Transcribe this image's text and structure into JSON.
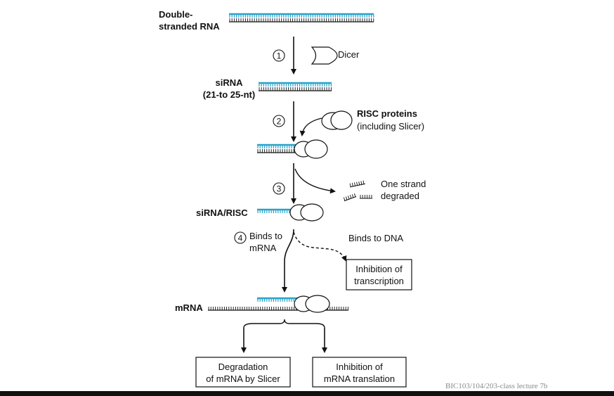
{
  "colors": {
    "rna_strand": "#2aa3c9",
    "ink": "#111111",
    "footer_bar": "#111111",
    "footer_text": "#8a8a8a"
  },
  "labels": {
    "dsrna_line1": "Double-",
    "dsrna_line2": "stranded RNA",
    "dicer": "Dicer",
    "sirna_line1": "siRNA",
    "sirna_line2": "(21-to 25-nt)",
    "risc_line1": "RISC proteins",
    "risc_line2": "(including Slicer)",
    "one_strand_line1": "One strand",
    "one_strand_line2": "degraded",
    "sirna_risc": "siRNA/RISC",
    "binds_mrna_line1": "Binds to",
    "binds_mrna_line2": "mRNA",
    "binds_dna": "Binds to DNA",
    "mrna": "mRNA"
  },
  "steps": [
    "1",
    "2",
    "3",
    "4"
  ],
  "boxes": {
    "transcription_line1": "Inhibition of",
    "transcription_line2": "transcription",
    "degradation_line1": "Degradation",
    "degradation_line2": "of mRNA by Slicer",
    "translation_line1": "Inhibition of",
    "translation_line2": "mRNA translation"
  },
  "footer": "BIC103/104/203-class lecture 7b"
}
